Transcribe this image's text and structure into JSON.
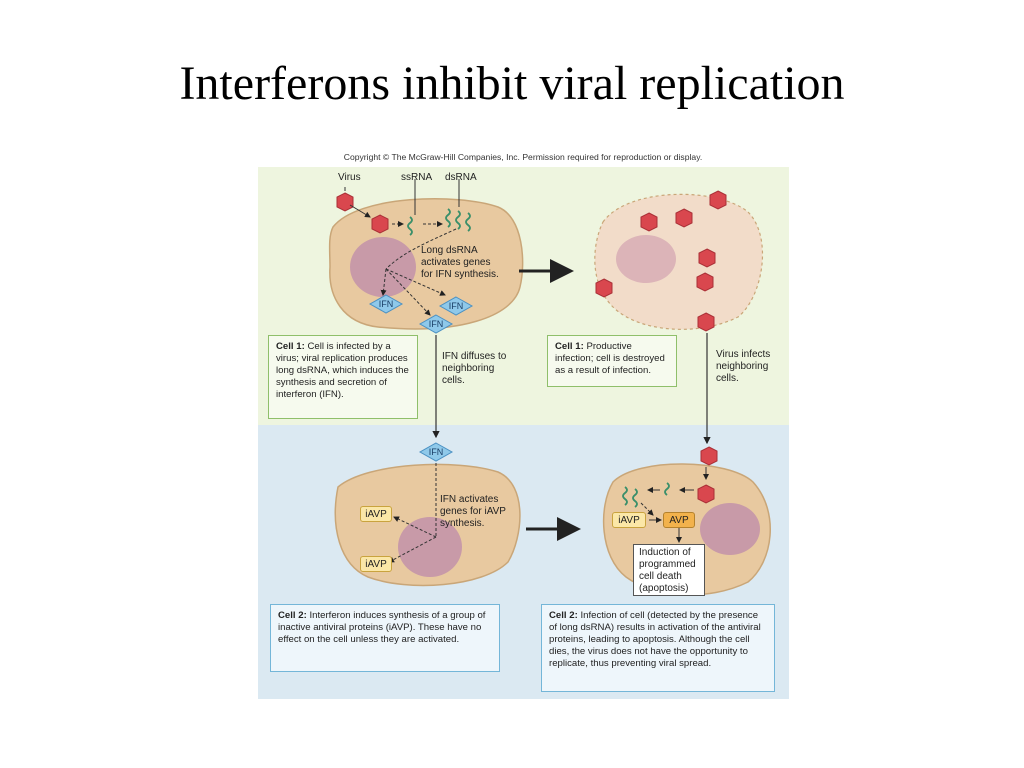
{
  "title": "Interferons inhibit viral replication",
  "copyright": "Copyright © The McGraw-Hill Companies, Inc. Permission required for reproduction or display.",
  "labels": {
    "virus": "Virus",
    "ssrna": "ssRNA",
    "dsrna": "dsRNA",
    "long_dsrna": "Long dsRNA\nactivates genes\nfor IFN synthesis.",
    "ifn": "IFN",
    "ifn_diffuses": "IFN diffuses to\nneighboring\ncells.",
    "virus_infects": "Virus infects\nneighboring\ncells.",
    "ifn_activates": "IFN activates\ngenes for iAVP\nsynthesis.",
    "iavp": "iAVP",
    "avp": "AVP",
    "induction": "Induction of\nprogrammed\ncell death\n(apoptosis)"
  },
  "captions": {
    "cell1_infected": {
      "bold": "Cell 1:",
      "text": " Cell is infected by a virus; viral replication produces long dsRNA, which induces the synthesis and secretion of interferon (IFN)."
    },
    "cell1_productive": {
      "bold": "Cell 1:",
      "text": " Productive infection; cell is destroyed as a result of infection."
    },
    "cell2_interferon": {
      "bold": "Cell 2:",
      "text": " Interferon induces synthesis of a group of inactive antiviral proteins (iAVP). These have no effect on the cell unless they are activated."
    },
    "cell2_infection": {
      "bold": "Cell 2:",
      "text": " Infection of cell (detected by the presence of long dsRNA) results in activation of the antiviral proteins, leading to apoptosis. Although the cell dies, the virus does not have the opportunity to replicate, thus preventing viral spread."
    }
  },
  "colors": {
    "top_panel": "#eef5df",
    "bottom_panel": "#dbe9f2",
    "cell_fill": "#e8c9a0",
    "nucleus": "#c89aa8",
    "virus": "#d9474e",
    "rna": "#3a8f6a",
    "ifn_diamond": "#8fc9ea"
  }
}
